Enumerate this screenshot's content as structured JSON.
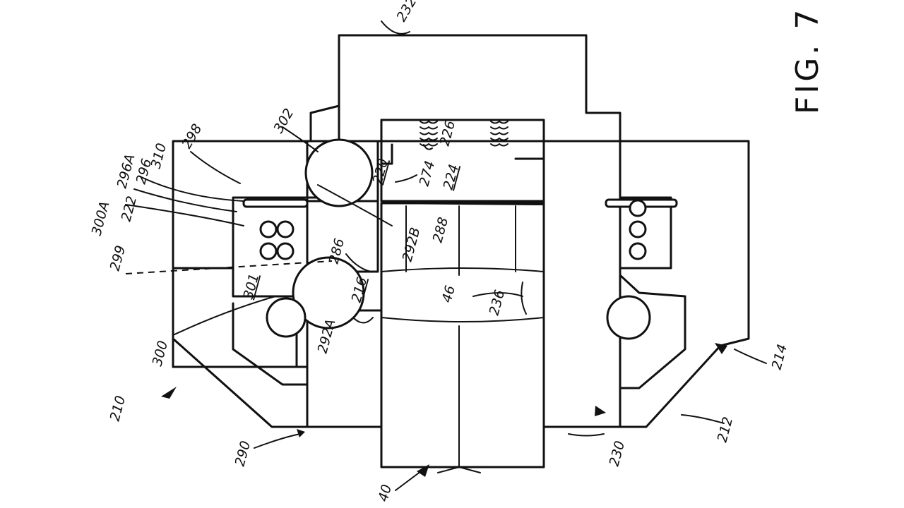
{
  "figure": {
    "title": "FIG. 7",
    "labels": {
      "l232": "232",
      "l298": "298",
      "l302": "302",
      "l296A": "296A",
      "l310": "310",
      "l296": "296",
      "l300A": "300A",
      "l222": "222",
      "l299": "299",
      "l220": "220",
      "l226": "226",
      "l274": "274",
      "l224": "224",
      "l288": "288",
      "l292B": "292B",
      "l286": "286",
      "l301": "301",
      "l216": "216",
      "l46": "46",
      "l236": "236",
      "l292A": "292A",
      "l300": "300",
      "l214": "214",
      "l210": "210",
      "l290": "290",
      "l212": "212",
      "l230": "230",
      "l40": "40"
    }
  }
}
